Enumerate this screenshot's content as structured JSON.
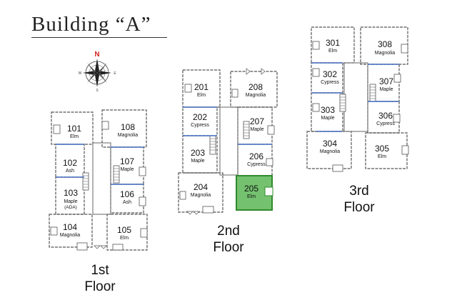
{
  "title": "Building “A”",
  "colors": {
    "highlight_fill": "#74c16f",
    "highlight_stroke": "#2f8a2c",
    "wall": "#555555",
    "compass_north": "#d2231e",
    "window_blue": "#4a72c8"
  },
  "compass": {
    "north": "N",
    "east": "E",
    "south": "S",
    "west": "W"
  },
  "floors": [
    {
      "label_line1": "1st",
      "label_line2": "Floor",
      "rooms": [
        {
          "number": "101",
          "name": "Elm"
        },
        {
          "number": "102",
          "name": "Ash"
        },
        {
          "number": "103",
          "name": "Maple",
          "note": "(ADA)"
        },
        {
          "number": "104",
          "name": "Magnolia"
        },
        {
          "number": "105",
          "name": "Elm"
        },
        {
          "number": "106",
          "name": "Ash"
        },
        {
          "number": "107",
          "name": "Maple"
        },
        {
          "number": "108",
          "name": "Magnolia"
        }
      ]
    },
    {
      "label_line1": "2nd",
      "label_line2": "Floor",
      "rooms": [
        {
          "number": "201",
          "name": "Elm"
        },
        {
          "number": "202",
          "name": "Cypress"
        },
        {
          "number": "203",
          "name": "Maple"
        },
        {
          "number": "204",
          "name": "Magnolia"
        },
        {
          "number": "205",
          "name": "Elm",
          "highlighted": true
        },
        {
          "number": "206",
          "name": "Cypress"
        },
        {
          "number": "207",
          "name": "Maple"
        },
        {
          "number": "208",
          "name": "Magnolia"
        }
      ]
    },
    {
      "label_line1": "3rd",
      "label_line2": "Floor",
      "rooms": [
        {
          "number": "301",
          "name": "Elm"
        },
        {
          "number": "302",
          "name": "Cypress"
        },
        {
          "number": "303",
          "name": "Maple"
        },
        {
          "number": "304",
          "name": "Magnolia"
        },
        {
          "number": "305",
          "name": "Elm"
        },
        {
          "number": "306",
          "name": "Cypress"
        },
        {
          "number": "307",
          "name": "Maple"
        },
        {
          "number": "308",
          "name": "Magnolia"
        }
      ]
    }
  ]
}
